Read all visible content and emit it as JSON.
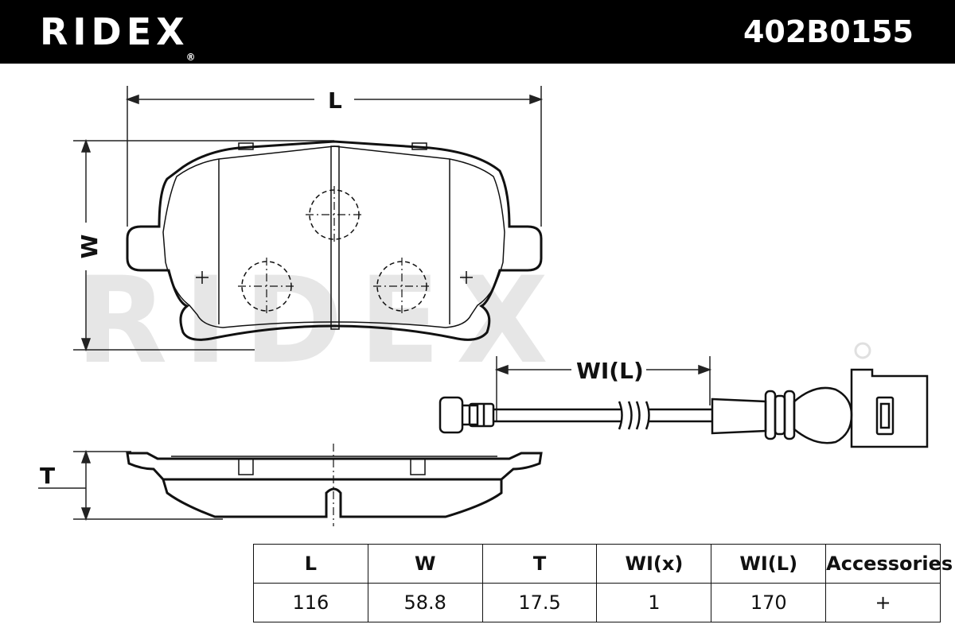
{
  "header": {
    "brand": "RIDEX",
    "brand_mark": "®",
    "part_number": "402B0155"
  },
  "drawing": {
    "labels": {
      "length": "L",
      "width": "W",
      "thickness": "T",
      "wear_indicator_length": "WI(L)"
    },
    "watermark": "RIDEX"
  },
  "specs": {
    "headers": [
      "L",
      "W",
      "T",
      "WI(x)",
      "WI(L)",
      "Accessories"
    ],
    "values": [
      "116",
      "58.8",
      "17.5",
      "1",
      "170",
      "+"
    ]
  }
}
